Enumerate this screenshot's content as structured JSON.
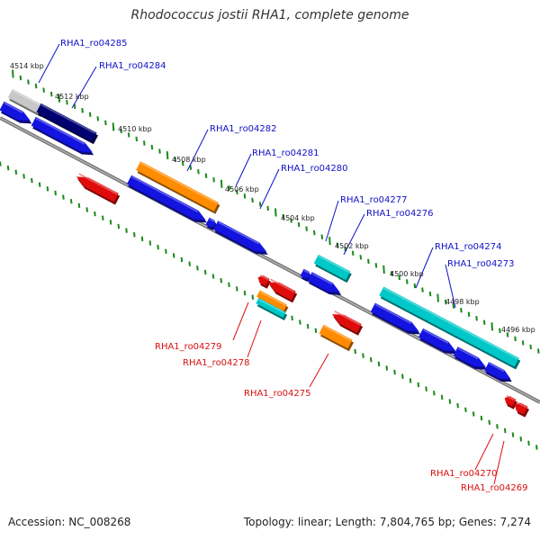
{
  "title": "Rhodococcus jostii RHA1, complete genome",
  "footer": {
    "accession": "Accession: NC_008268",
    "summary": "Topology: linear; Length: 7,804,765 bp; Genes: 7,274"
  },
  "colors": {
    "forward_gene": "#1414e0",
    "reverse_gene": "#e00c0c",
    "feature_orange": "#ff8c00",
    "feature_cyan": "#00c8c8",
    "feature_navy": "#000070",
    "feature_gray": "#c8c8c8",
    "backbone": "#888888",
    "tick": "#1a8a1a"
  },
  "tick_labels": [
    "4514 kbp",
    "4512 kbp",
    "4510 kbp",
    "4508 kbp",
    "4506 kbp",
    "4504 kbp",
    "4502 kbp",
    "4500 kbp",
    "4498 kbp",
    "4496 kbp"
  ],
  "forward_labels": [
    "RHA1_ro04285",
    "RHA1_ro04284",
    "RHA1_ro04282",
    "RHA1_ro04281",
    "RHA1_ro04280",
    "RHA1_ro04277",
    "RHA1_ro04276",
    "RHA1_ro04274",
    "RHA1_ro04273"
  ],
  "reverse_labels": [
    "RHA1_ro04279",
    "RHA1_ro04278",
    "RHA1_ro04275",
    "RHA1_ro04270",
    "RHA1_ro04269"
  ]
}
